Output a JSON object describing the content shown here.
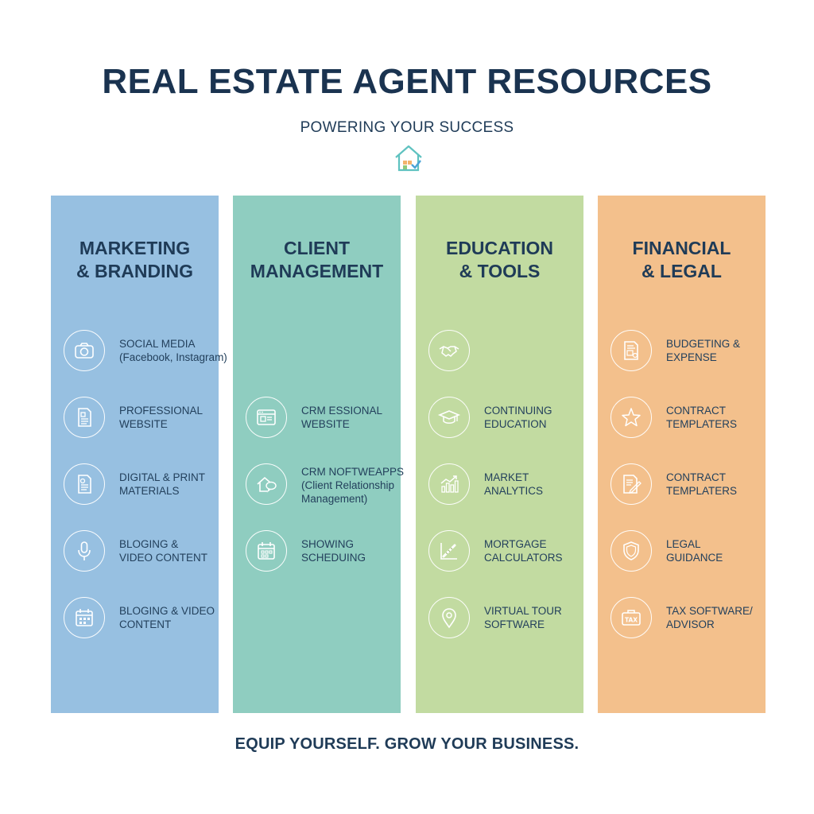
{
  "header": {
    "title": "REAL ESTATE AGENT RESOURCES",
    "subtitle": "POWERING YOUR SUCCESS",
    "logo_icon": "house-check-icon"
  },
  "colors": {
    "title": "#1a3350",
    "marketing": "#97c0e1",
    "client": "#8fcdc0",
    "education": "#c2dba1",
    "financial": "#f3c08c"
  },
  "columns": [
    {
      "heading": [
        "MARKETING",
        "& BRANDING"
      ],
      "items": [
        {
          "icon": "camera-icon",
          "lines": [
            "SOCIAL MEDIA",
            "(Facebook, Instagram)"
          ]
        },
        {
          "icon": "document-icon",
          "lines": [
            "PROFESSIONAL",
            "WEBSITE"
          ]
        },
        {
          "icon": "print-document-icon",
          "lines": [
            "DIGITAL & PRINT",
            "MATERIALS"
          ]
        },
        {
          "icon": "microphone-icon",
          "lines": [
            "BLOGING &",
            "VIDEO CONTENT"
          ]
        },
        {
          "icon": "calendar-icon",
          "lines": [
            "BLOGING & VIDEO",
            "CONTENT"
          ]
        }
      ]
    },
    {
      "heading": [
        "CLIENT",
        "MANAGEMENT"
      ],
      "items": [
        {
          "icon": "browser-window-icon",
          "lines": [
            "CRM ESSIONAL",
            "WEBSITE"
          ]
        },
        {
          "icon": "house-chat-icon",
          "lines": [
            "CRM NOFTWEAPPS",
            "(Client Relationship",
            "Management)"
          ]
        },
        {
          "icon": "calendar-grid-icon",
          "lines": [
            "SHOWING",
            "SCHEDUING"
          ]
        }
      ]
    },
    {
      "heading": [
        "EDUCATION",
        "& TOOLS"
      ],
      "items": [
        {
          "icon": "handshake-icon",
          "lines": []
        },
        {
          "icon": "graduation-cap-icon",
          "lines": [
            "CONTINUING",
            "EDUCATION"
          ]
        },
        {
          "icon": "bar-chart-icon",
          "lines": [
            "MARKET",
            "ANALYTICS"
          ]
        },
        {
          "icon": "ruler-chart-icon",
          "lines": [
            "MORTGAGE",
            "CALCULATORS"
          ]
        },
        {
          "icon": "map-pin-icon",
          "lines": [
            "VIRTUAL TOUR",
            "SOFTWARE"
          ]
        }
      ]
    },
    {
      "heading": [
        "FINANCIAL",
        "& LEGAL"
      ],
      "items": [
        {
          "icon": "budget-document-icon",
          "lines": [
            "BUDGETING &",
            "EXPENSE"
          ]
        },
        {
          "icon": "star-icon",
          "lines": [
            "CONTRACT",
            "TEMPLATERS"
          ]
        },
        {
          "icon": "contract-pen-icon",
          "lines": [
            "CONTRACT",
            "TEMPLATERS"
          ]
        },
        {
          "icon": "shield-icon",
          "lines": [
            "LEGAL",
            "GUIDANCE"
          ]
        },
        {
          "icon": "tax-briefcase-icon",
          "lines": [
            "TAX SOFTWARE/",
            "ADVISOR"
          ]
        }
      ]
    }
  ],
  "footer": {
    "tagline": "EQUIP YOURSELF. GROW YOUR BUSINESS."
  }
}
